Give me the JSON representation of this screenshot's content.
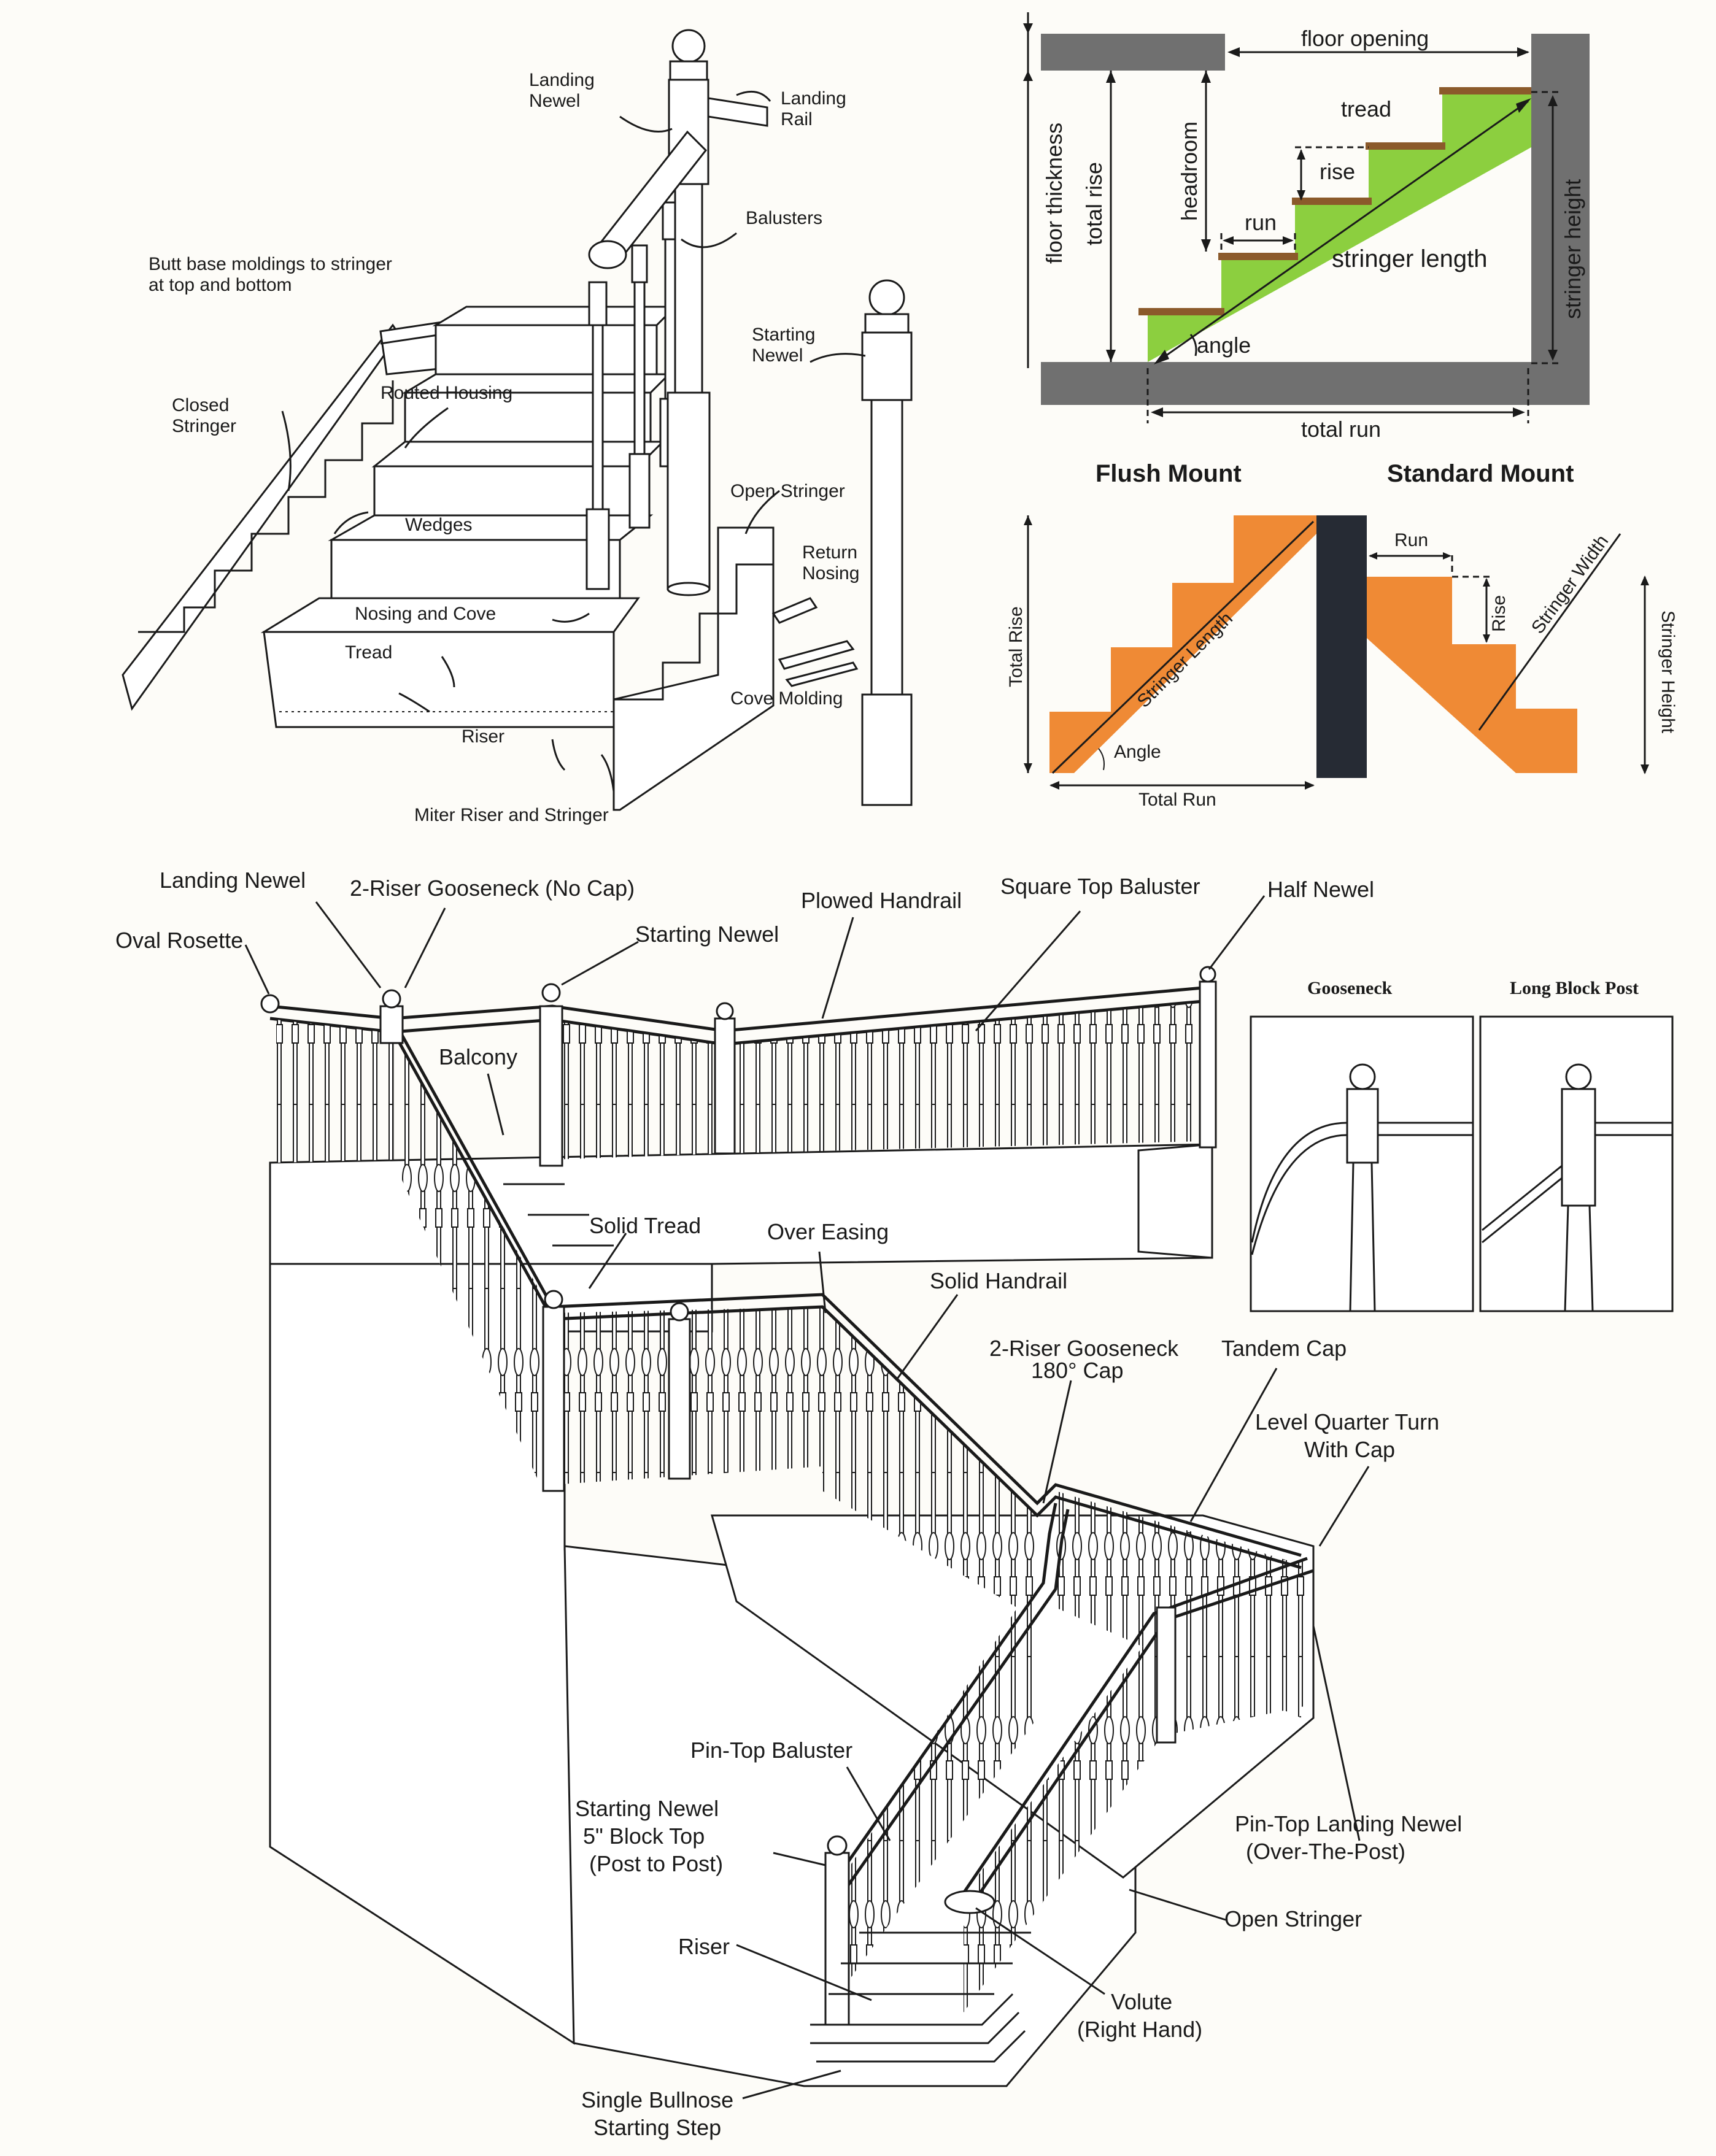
{
  "parts_diagram": {
    "labels": {
      "landing_newel": "Landing\nNewel",
      "landing_rail": "Landing\nRail",
      "balusters": "Balusters",
      "butt_base": "Butt base moldings to stringer\nat top and bottom",
      "starting_newel": "Starting\nNewel",
      "closed_stringer": "Closed\nStringer",
      "routed_housing": "Routed Housing",
      "open_stringer": "Open Stringer",
      "wedges": "Wedges",
      "return_nosing": "Return\nNosing",
      "nosing_cove": "Nosing and Cove",
      "tread": "Tread",
      "cove_molding": "Cove Molding",
      "riser": "Riser",
      "miter_riser": "Miter Riser and Stringer"
    }
  },
  "measure_diagram": {
    "labels": {
      "floor_opening": "floor opening",
      "tread": "tread",
      "floor_thickness": "floor thickness",
      "total_rise": "total rise",
      "headroom": "headroom",
      "rise": "rise",
      "run": "run",
      "stringer_length": "stringer length",
      "stringer_height": "stringer height",
      "angle": "angle",
      "total_run": "total run"
    },
    "colors": {
      "stringer": "#8ccf3f",
      "floor": "#707070",
      "tread": "#8b5a2b"
    }
  },
  "mount_diagram": {
    "labels": {
      "flush_mount": "Flush Mount",
      "standard_mount": "Standard Mount",
      "total_rise": "Total Rise",
      "stringer_length": "Stringer Length",
      "angle": "Angle",
      "total_run": "Total Run",
      "run": "Run",
      "rise": "Rise",
      "stringer_width": "Stringer Width",
      "stringer_height": "Stringer Height"
    },
    "colors": {
      "stringer": "#ef8a35",
      "post": "#262b34"
    }
  },
  "railing_diagram": {
    "labels": {
      "landing_newel": "Landing Newel",
      "gooseneck_no_cap": "2-Riser Gooseneck (No Cap)",
      "oval_rosette": "Oval Rosette",
      "plowed_handrail": "Plowed Handrail",
      "square_top_baluster": "Square Top Baluster",
      "half_newel": "Half Newel",
      "starting_newel_top": "Starting Newel",
      "balcony": "Balcony",
      "solid_tread": "Solid Tread",
      "over_easing": "Over Easing",
      "solid_handrail": "Solid Handrail",
      "gooseneck_180": "2-Riser Gooseneck\n180° Cap",
      "tandem_cap": "Tandem Cap",
      "level_quarter_turn": "Level Quarter Turn\nWith Cap",
      "pin_top_baluster": "Pin-Top Baluster",
      "starting_newel_block": "Starting Newel\n5\" Block Top\n(Post to Post)",
      "pin_top_landing_newel": "Pin-Top Landing Newel\n(Over-The-Post)",
      "open_stringer": "Open Stringer",
      "riser": "Riser",
      "volute": "Volute\n(Right Hand)",
      "single_bullnose": "Single Bullnose\nStarting Step"
    },
    "insets": {
      "gooseneck": "Gooseneck",
      "long_block_post": "Long Block Post"
    }
  }
}
